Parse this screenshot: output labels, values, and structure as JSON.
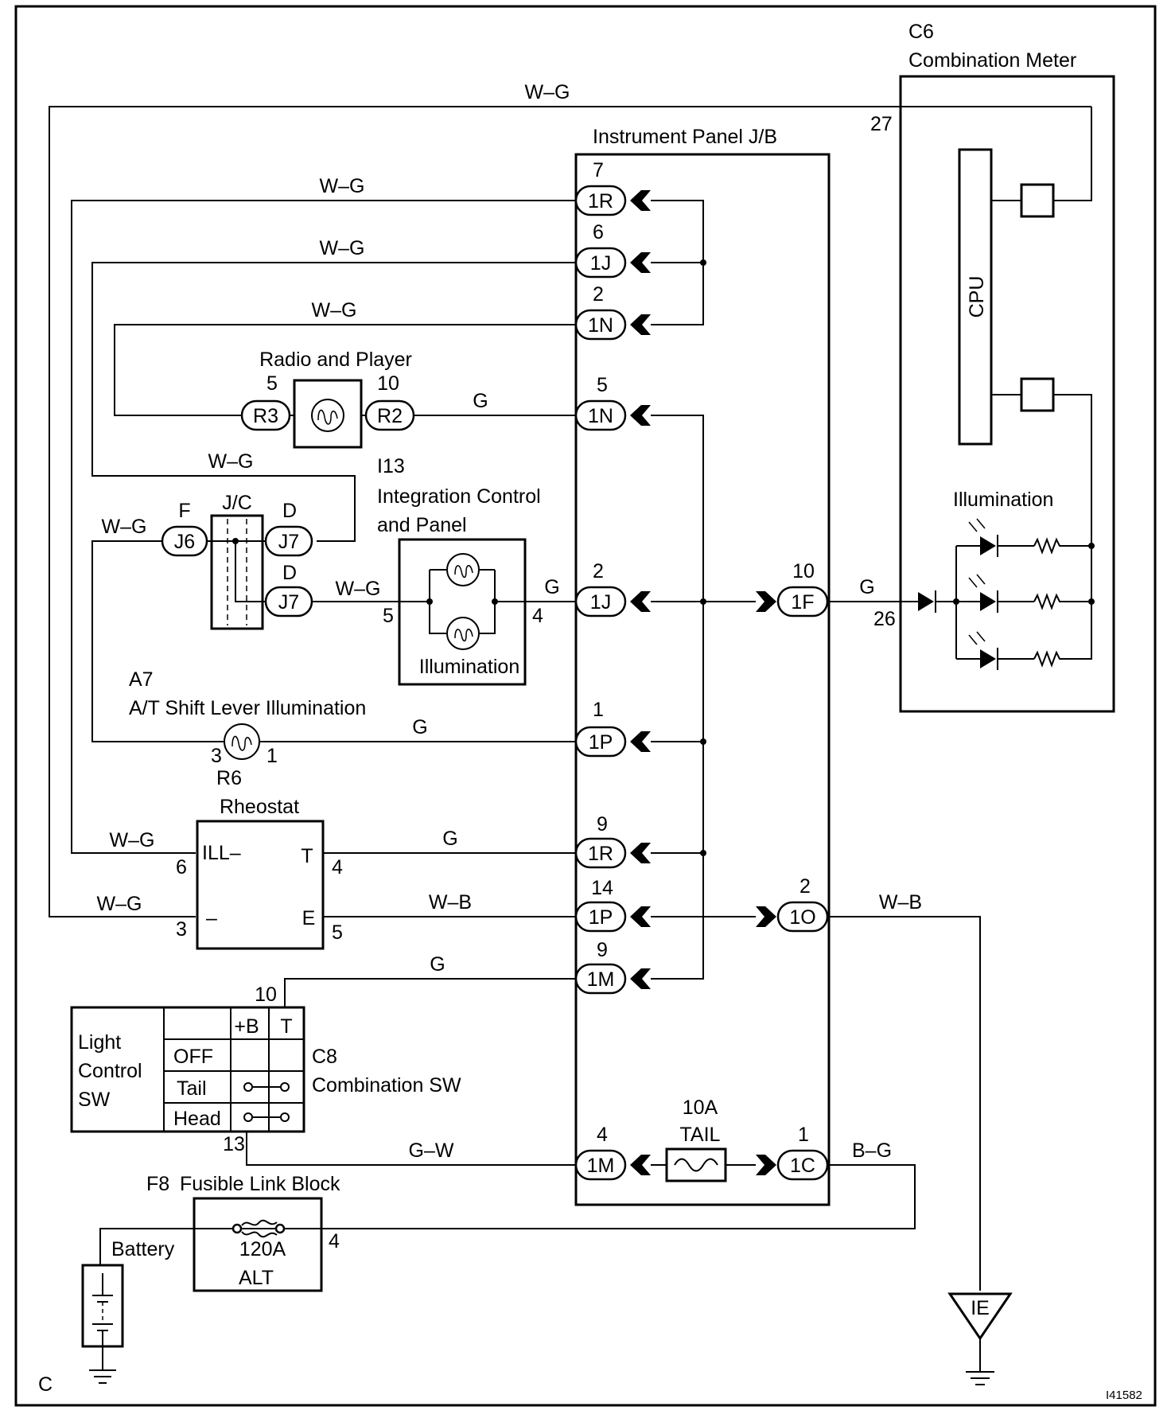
{
  "figure_id": "I41582",
  "corner_code": "C",
  "components": {
    "combination_meter": {
      "code": "C6",
      "name": "Combination Meter",
      "cpu": "CPU",
      "illumination": "Illumination",
      "pin_27": "27",
      "pin_26": "26"
    },
    "jb": {
      "name": "Instrument Panel J/B"
    },
    "radio": {
      "name": "Radio and Player",
      "conn_a": "R3",
      "conn_b": "R2",
      "pin_a": "5",
      "pin_b": "10"
    },
    "integration": {
      "code": "I13",
      "name_line1": "Integration Control",
      "name_line2": "and Panel",
      "illumination": "Illumination",
      "pin_in": "5",
      "pin_out": "4"
    },
    "jc": {
      "label": "J/C",
      "f": "F",
      "d1": "D",
      "d2": "D",
      "j6": "J6",
      "j7a": "J7",
      "j7b": "J7"
    },
    "shift_lever": {
      "code": "A7",
      "name": "A/T Shift Lever Illumination",
      "conn": "R6",
      "pin_3": "3",
      "pin_1": "1"
    },
    "rheostat": {
      "name": "Rheostat",
      "ill": "ILL–",
      "t": "T",
      "minus": "–",
      "e": "E",
      "pin_6": "6",
      "pin_4": "4",
      "pin_3": "3",
      "pin_5": "5"
    },
    "light_sw": {
      "code": "C8",
      "name": "Combination SW",
      "label_lines": [
        "Light",
        "Control",
        "SW"
      ],
      "col_b": "+B",
      "col_t": "T",
      "rows": [
        "OFF",
        "Tail",
        "Head"
      ],
      "pin_10": "10",
      "pin_13": "13"
    },
    "fuse": {
      "amp": "10A",
      "name": "TAIL"
    },
    "fusible_link": {
      "code": "F8",
      "name": "Fusible Link Block",
      "rating": "120A",
      "label": "ALT",
      "pin_4": "4"
    },
    "battery": {
      "name": "Battery"
    },
    "ground": {
      "name": "IE"
    }
  },
  "jb_connectors": [
    {
      "pin": "7",
      "name": "1R"
    },
    {
      "pin": "6",
      "name": "1J"
    },
    {
      "pin": "2",
      "name": "1N"
    },
    {
      "pin": "5",
      "name": "1N"
    },
    {
      "pin": "2",
      "name": "1J"
    },
    {
      "pin": "1",
      "name": "1P"
    },
    {
      "pin": "9",
      "name": "1R"
    },
    {
      "pin": "14",
      "name": "1P"
    },
    {
      "pin": "9",
      "name": "1M"
    },
    {
      "pin": "4",
      "name": "1M"
    }
  ],
  "jb_right_connectors": [
    {
      "pin": "10",
      "name": "1F"
    },
    {
      "pin": "2",
      "name": "1O"
    },
    {
      "pin": "1",
      "name": "1C"
    }
  ],
  "wire_colors": {
    "top": "W–G",
    "to_1R7": "W–G",
    "to_1J6": "W–G",
    "to_1N2": "W–G",
    "radio_out": "G",
    "jc_top": "W–G",
    "j6_left": "W–G",
    "j7_to_i13": "W–G",
    "i13_out": "G",
    "meter_in": "G",
    "shift": "G",
    "rheo_ill": "W–G",
    "rheo_t": "G",
    "rheo_minus": "W–G",
    "rheo_e": "W–B",
    "ground": "W–B",
    "sw_t": "G",
    "sw_b": "G–W",
    "fuse_out": "B–G"
  }
}
